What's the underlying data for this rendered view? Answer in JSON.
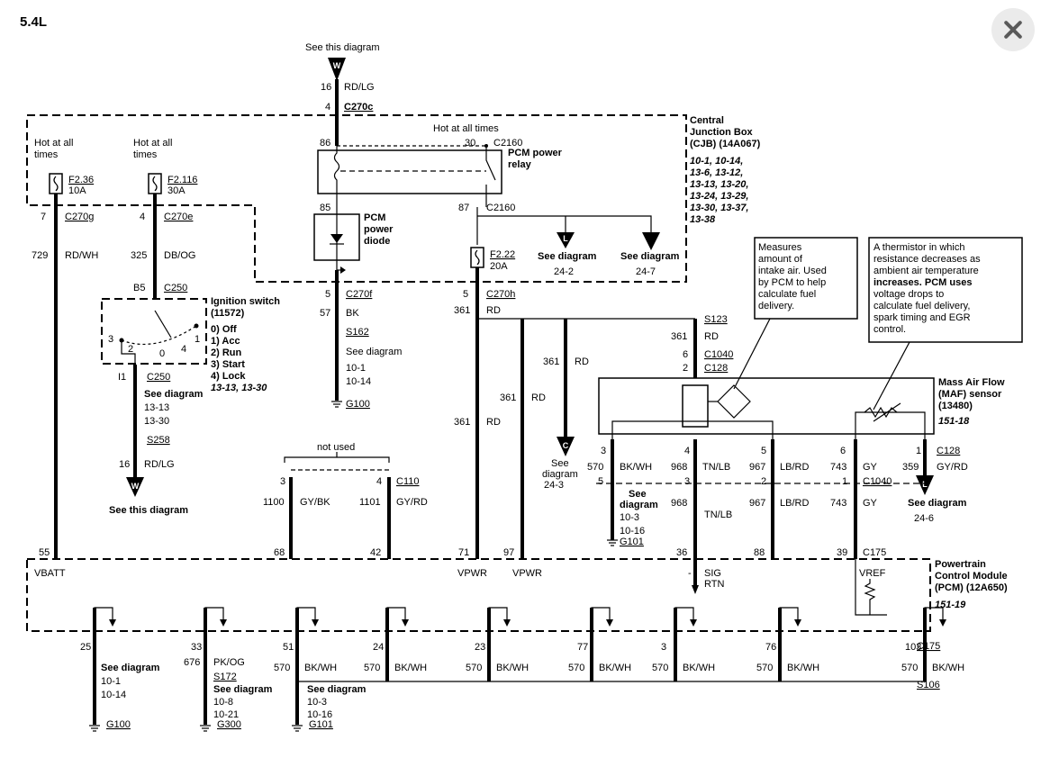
{
  "engine_label": "5.4L",
  "close_button_label": "Close",
  "top_connector": {
    "see": "See this diagram",
    "letter": "W",
    "wire_num": "16",
    "wire_color": "RD/LG",
    "pin": "4",
    "conn": "C270c"
  },
  "cjb": {
    "title": [
      "Central",
      "Junction Box",
      "(CJB) (14A067)"
    ],
    "refs": [
      "10-1, 10-14,",
      "13-6, 13-12,",
      "13-13, 13-20,",
      "13-24, 13-29,",
      "13-30, 13-37,",
      "13-38"
    ]
  },
  "hot1": {
    "label": [
      "Hot at all",
      "times"
    ],
    "fuse": "F2.36",
    "amps": "10A",
    "pin": "7",
    "conn": "C270g",
    "circuit": "729",
    "color": "RD/WH"
  },
  "hot2": {
    "label": [
      "Hot at all",
      "times"
    ],
    "fuse": "F2.116",
    "amps": "30A",
    "pin": "4",
    "conn": "C270e",
    "circuit": "325",
    "color": "DB/OG"
  },
  "relay": {
    "hot": "Hot at all times",
    "pin86": "86",
    "pin30": "30",
    "conn30": "C2160",
    "name": [
      "PCM power",
      "relay"
    ],
    "pin85": "85",
    "pin87": "87",
    "conn87": "C2160"
  },
  "diode": {
    "name": [
      "PCM",
      "power",
      "diode"
    ]
  },
  "bat_feed": {
    "pin": "5",
    "conn": "C270f",
    "circuit": "57",
    "color": "BK",
    "splice": "S162",
    "see": [
      "See diagram",
      "10-1",
      "10-14"
    ],
    "ground": "G100"
  },
  "fuse222": {
    "fuse": "F2.22",
    "amps": "20A",
    "pin": "5",
    "conn": "C270h",
    "circuit": "361",
    "color": "RD",
    "see1": [
      "See diagram",
      "24-2"
    ],
    "see2": [
      "See diagram",
      "24-7"
    ],
    "letter": "L"
  },
  "ign": {
    "pin": "B5",
    "conn": "C250",
    "name": [
      "Ignition switch",
      "(11572)"
    ],
    "positions": [
      "0) Off",
      "1) Acc",
      "2) Run",
      "3) Start",
      "4) Lock"
    ],
    "refs": "13-13, 13-30",
    "sw_pins": [
      "3",
      "2",
      "0",
      "4",
      "1"
    ],
    "out_pin": "I1",
    "out_conn": "C250",
    "see": [
      "See diagram",
      "13-13",
      "13-30"
    ],
    "splice": "S258",
    "circuit": "16",
    "color": "RD/LG",
    "bottom": "See this diagram",
    "letter": "W"
  },
  "notused": {
    "label": "not used",
    "pin3": "3",
    "pin4": "4",
    "conn": "C110",
    "c1": "1100",
    "col1": "GY/BK",
    "c2": "1101",
    "col2": "GY/RD",
    "pcm1": "68",
    "pcm2": "42"
  },
  "vpwr": {
    "c1": "361",
    "col1": "RD",
    "c2": "361",
    "col2": "RD",
    "c3": "361",
    "col3": "RD",
    "see": [
      "See",
      "diagram",
      "24-3"
    ],
    "letter": "C",
    "pcm1": "71",
    "pcm2": "97"
  },
  "s123": {
    "splice": "S123",
    "circuit": "361",
    "color": "RD",
    "pin6": "6",
    "conn1040": "C1040",
    "pin2": "2",
    "conn128": "C128"
  },
  "note1": [
    "Measures",
    "amount of",
    "intake air. Used",
    "by PCM to help",
    "calculate fuel",
    "delivery."
  ],
  "note2": [
    "A thermistor in which",
    "resistance decreases as",
    "ambient air temperature",
    "increases. PCM uses",
    "voltage drops to",
    "calculate fuel delivery,",
    "spark timing and EGR",
    "control."
  ],
  "maf": {
    "name": [
      "Mass Air Flow",
      "(MAF) sensor",
      "(13480)"
    ],
    "ref": "151-18",
    "pins": [
      "3",
      "4",
      "5",
      "6",
      "1"
    ],
    "conn": "C128",
    "w570": "570",
    "c570": "BK/WH",
    "w968": "968",
    "c968": "TN/LB",
    "w967": "967",
    "c967": "LB/RD",
    "w743": "743",
    "c743": "GY",
    "w359": "359",
    "c359": "GY/RD",
    "mid_pins": [
      "5",
      "3",
      "2",
      "1"
    ],
    "mid_conn": "C1040",
    "see": [
      "See",
      "diagram",
      "10-3",
      "10-16"
    ],
    "ground": "G101",
    "see_l": [
      "See diagram",
      "24-6"
    ],
    "letter": "L"
  },
  "pcm": {
    "name": [
      "Powertrain",
      "Control Module",
      "(PCM) (12A650)"
    ],
    "ref": "151-19",
    "vbatt": "VBATT",
    "vpwr1": "VPWR",
    "vpwr2": "VPWR",
    "sig": [
      "SIG",
      "RTN"
    ],
    "vref": "VREF",
    "dash": "-",
    "pin55": "55",
    "pin36": "36",
    "pin88": "88",
    "pin39": "39",
    "conn": "C175"
  },
  "bottom": {
    "pins": [
      "25",
      "33",
      "51",
      "24",
      "23",
      "77",
      "3",
      "76",
      "103"
    ],
    "conn": "C175",
    "splice": "S106",
    "c676": "676",
    "col676": "PK/OG",
    "s172": "S172",
    "g1": {
      "see": [
        "See diagram",
        "10-1",
        "10-14"
      ],
      "ground": "G100"
    },
    "g2": {
      "see": [
        "See diagram",
        "10-8",
        "10-21"
      ],
      "ground": "G300"
    },
    "g3": {
      "see": [
        "See diagram",
        "10-3",
        "10-16"
      ],
      "ground": "G101"
    },
    "circ570": "570",
    "col570": "BK/WH"
  }
}
